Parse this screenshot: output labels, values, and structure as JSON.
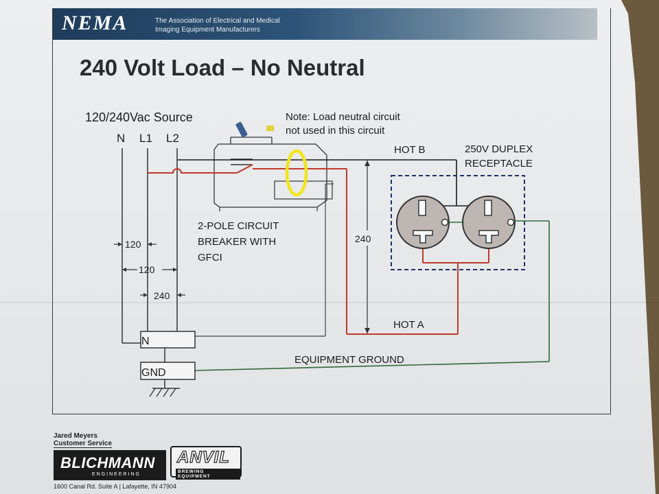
{
  "header": {
    "logo": "NEMA",
    "tagline": "The Association of Electrical and Medical Imaging Equipment Manufacturers"
  },
  "title": "240 Volt Load – No Neutral",
  "diagram": {
    "source_label": "120/240Vac Source",
    "terminal_n": "N",
    "terminal_l1": "L1",
    "terminal_l2": "L2",
    "note_line1": "Note:  Load neutral circuit",
    "note_line2": "not used in this circuit",
    "hot_b": "HOT B",
    "hot_a": "HOT A",
    "receptacle_line1": "250V DUPLEX",
    "receptacle_line2": "RECEPTACLE",
    "breaker_line1": "2-POLE CIRCUIT",
    "breaker_line2": "BREAKER WITH",
    "breaker_line3": "GFCI",
    "v_n_l1": "120",
    "v_n_l2": "120",
    "v_l1_l2": "240",
    "v_hot": "240",
    "neutral_bar": "N",
    "ground_bar": "GND",
    "equipment_ground": "EQUIPMENT GROUND",
    "colors": {
      "hot_a": "#c0392b",
      "ground": "#2e6b34",
      "hot_b": "#1a1a1a",
      "gfci_ring": "#f2e51b",
      "receptacle_fill": "#bdb6b3",
      "receptacle_box": "#1f2f6b"
    }
  },
  "footer": {
    "name": "Jared Meyers",
    "role": "Customer Service",
    "brand1": "BLICHMANN",
    "brand1_sub": "ENGINEERING",
    "brand2": "ANVIL",
    "brand2_sub": "BREWING EQUIPMENT",
    "address": "1600 Canal Rd. Suite A | Lafayette, IN 47904"
  }
}
